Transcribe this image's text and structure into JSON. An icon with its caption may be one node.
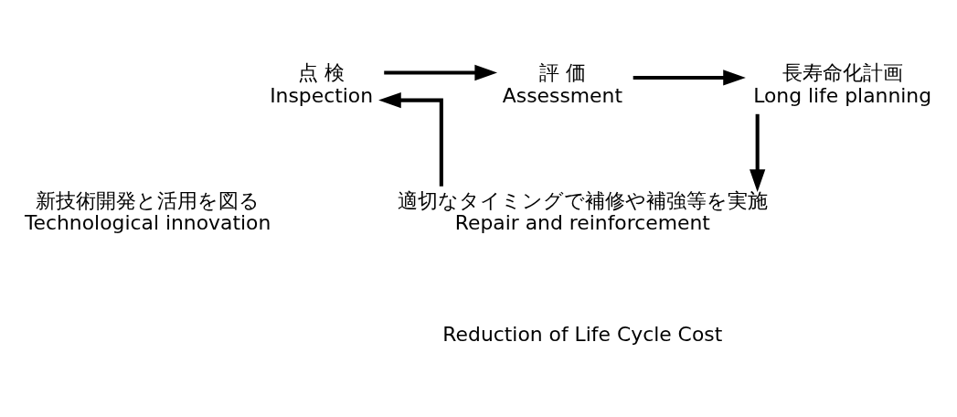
{
  "diagram": {
    "nodes": [
      {
        "text": [
          "点 検",
          "Inspection"
        ]
      },
      {
        "text": [
          "評 価",
          "Assessment"
        ]
      },
      {
        "text": [
          "長寿命化計画",
          "Long life planning"
        ]
      },
      {
        "text": [
          "適切なタイミングで補修や補強等を実施",
          "Repair and reinforcement"
        ]
      },
      {
        "text": [
          "新技術開発と活用を図る",
          "Technological innovation"
        ]
      }
    ],
    "edges": [
      {
        "from": 0,
        "to": 1,
        "arrow": "to"
      },
      {
        "from": 1,
        "to": 2,
        "arrow": "to"
      },
      {
        "from": 2,
        "to": 3,
        "arrow": "to"
      },
      {
        "from": 3,
        "to": 0,
        "arrow": "to"
      }
    ],
    "labels": [
      "Reduction of Life Cycle Cost"
    ]
  }
}
